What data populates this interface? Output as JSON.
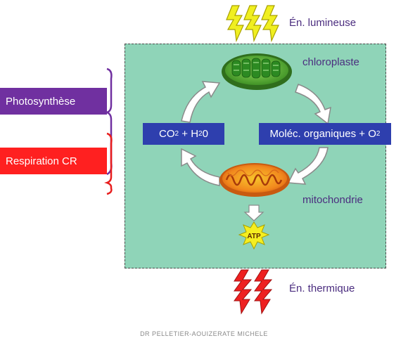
{
  "labels": {
    "light_energy": "Én. lumineuse",
    "chloroplast": "chloroplaste",
    "photosynthesis": "Photosynthèse",
    "respiration": "Respiration CR",
    "co2_h2o": {
      "co": "CO",
      "co_sub": "2",
      "plus_h": " + H",
      "h_sub": "2",
      "tail": "0"
    },
    "organics": {
      "main": "Moléc. organiques + O",
      "sub": "2"
    },
    "mitochondria": "mitochondrie",
    "atp": "ATP",
    "heat_energy": "Én. thermique",
    "credit": "DR PELLETIER-AOUIZERATE MICHELE"
  },
  "colors": {
    "panel": "#8fd4b8",
    "photosynthesis": "#7030a0",
    "respiration": "#ff2020",
    "blue_box": "#2e3fae",
    "lightning": "#f0ef20",
    "heat": "#ee2020",
    "label_text": "#4b2d7f"
  }
}
